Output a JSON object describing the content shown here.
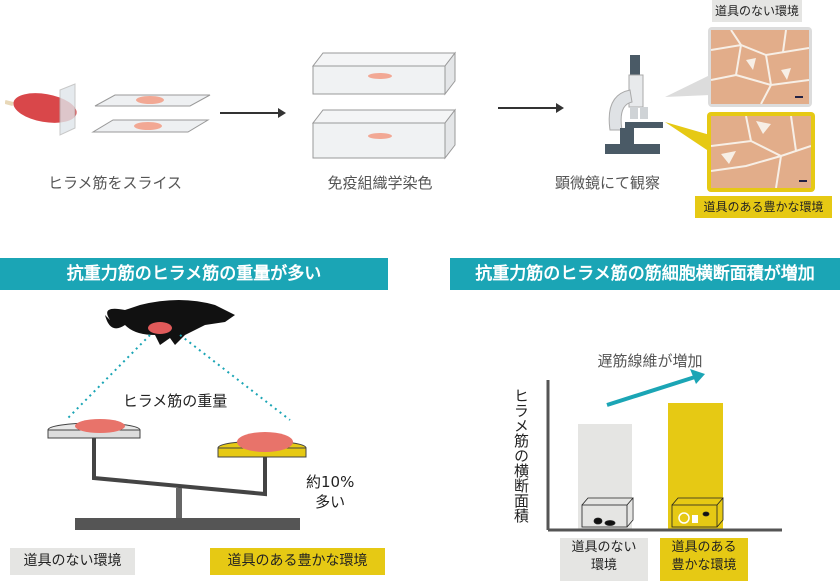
{
  "steps": [
    {
      "label": "ヒラメ筋をスライス"
    },
    {
      "label": "免疫組織学染色"
    },
    {
      "label": "顕微鏡にて観察"
    }
  ],
  "micrographs": {
    "standard_label": "道具のない環境",
    "enriched_label": "道具のある豊かな環境"
  },
  "left_panel": {
    "banner": "抗重力筋のヒラメ筋の重量が多い",
    "weight_label": "ヒラメ筋の重量",
    "increase_line1": "約10%",
    "increase_line2": "多い",
    "standard_label": "道具のない環境",
    "enriched_label": "道具のある豊かな環境"
  },
  "right_panel": {
    "banner": "抗重力筋のヒラメ筋の筋細胞横断面積が増加",
    "trend_label": "遅筋線維が増加",
    "y_label": "ヒラメ筋の横断面積",
    "standard_label_1": "道具のない",
    "standard_label_2": "環境",
    "enriched_label_1": "道具のある",
    "enriched_label_2": "豊かな環境"
  },
  "colors": {
    "teal": "#1ba5b5",
    "yellow": "#e6c914",
    "gray": "#e5e5e3"
  }
}
